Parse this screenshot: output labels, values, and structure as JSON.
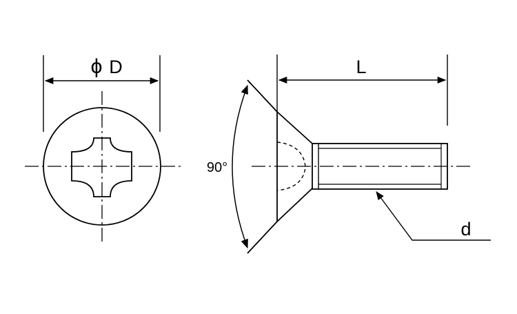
{
  "labels": {
    "diameter_symbol": "ϕ",
    "diameter_letter": "D",
    "length": "L",
    "angle": "90°",
    "thread": "d"
  },
  "views": [
    "top-view",
    "side-view"
  ],
  "colors": {
    "line": "#000000",
    "background": "#ffffff"
  }
}
